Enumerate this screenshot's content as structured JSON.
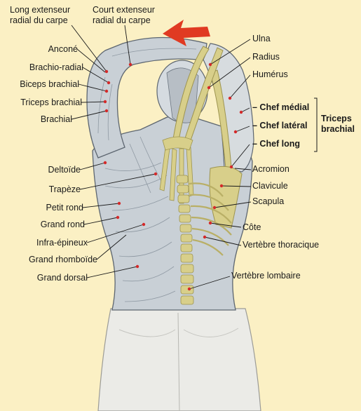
{
  "figure": {
    "labels_left": {
      "long_extensor": "Long extenseur radial du carpe",
      "anconeus": "Anconé",
      "brachioradialis": "Brachio-radial",
      "biceps": "Biceps brachial",
      "triceps": "Triceps brachial",
      "brachialis": "Brachial",
      "deltoid": "Deltoïde",
      "trapezius": "Trapèze",
      "teres_minor": "Petit rond",
      "teres_major": "Grand rond",
      "infraspinatus": "Infra-épineux",
      "rhomboid": "Grand rhomboïde",
      "latissimus": "Grand dorsal"
    },
    "labels_top": {
      "short_extensor": "Court extenseur radial du carpe"
    },
    "labels_right": {
      "ulna": "Ulna",
      "radius": "Radius",
      "humerus": "Humérus",
      "medial_head": "– Chef médial",
      "lateral_head": "– Chef latéral",
      "long_head": "– Chef long",
      "triceps_group": "Triceps brachial",
      "acromion": "Acromion",
      "clavicle": "Clavicule",
      "scapula": "Scapula",
      "rib": "Côte",
      "thoracic_vertebra": "Vertèbre thoracique",
      "lumbar_vertebra": "Vertèbre lombaire"
    },
    "colors": {
      "background": "#fbf0c4",
      "muscle": "#c9d0d6",
      "muscle_shade": "#8f99a3",
      "bone": "#d8cf8a",
      "bone_shade": "#9d944f",
      "arrow": "#e03a22",
      "marker": "#d42a2a",
      "skin": "#e9e9e6"
    }
  }
}
